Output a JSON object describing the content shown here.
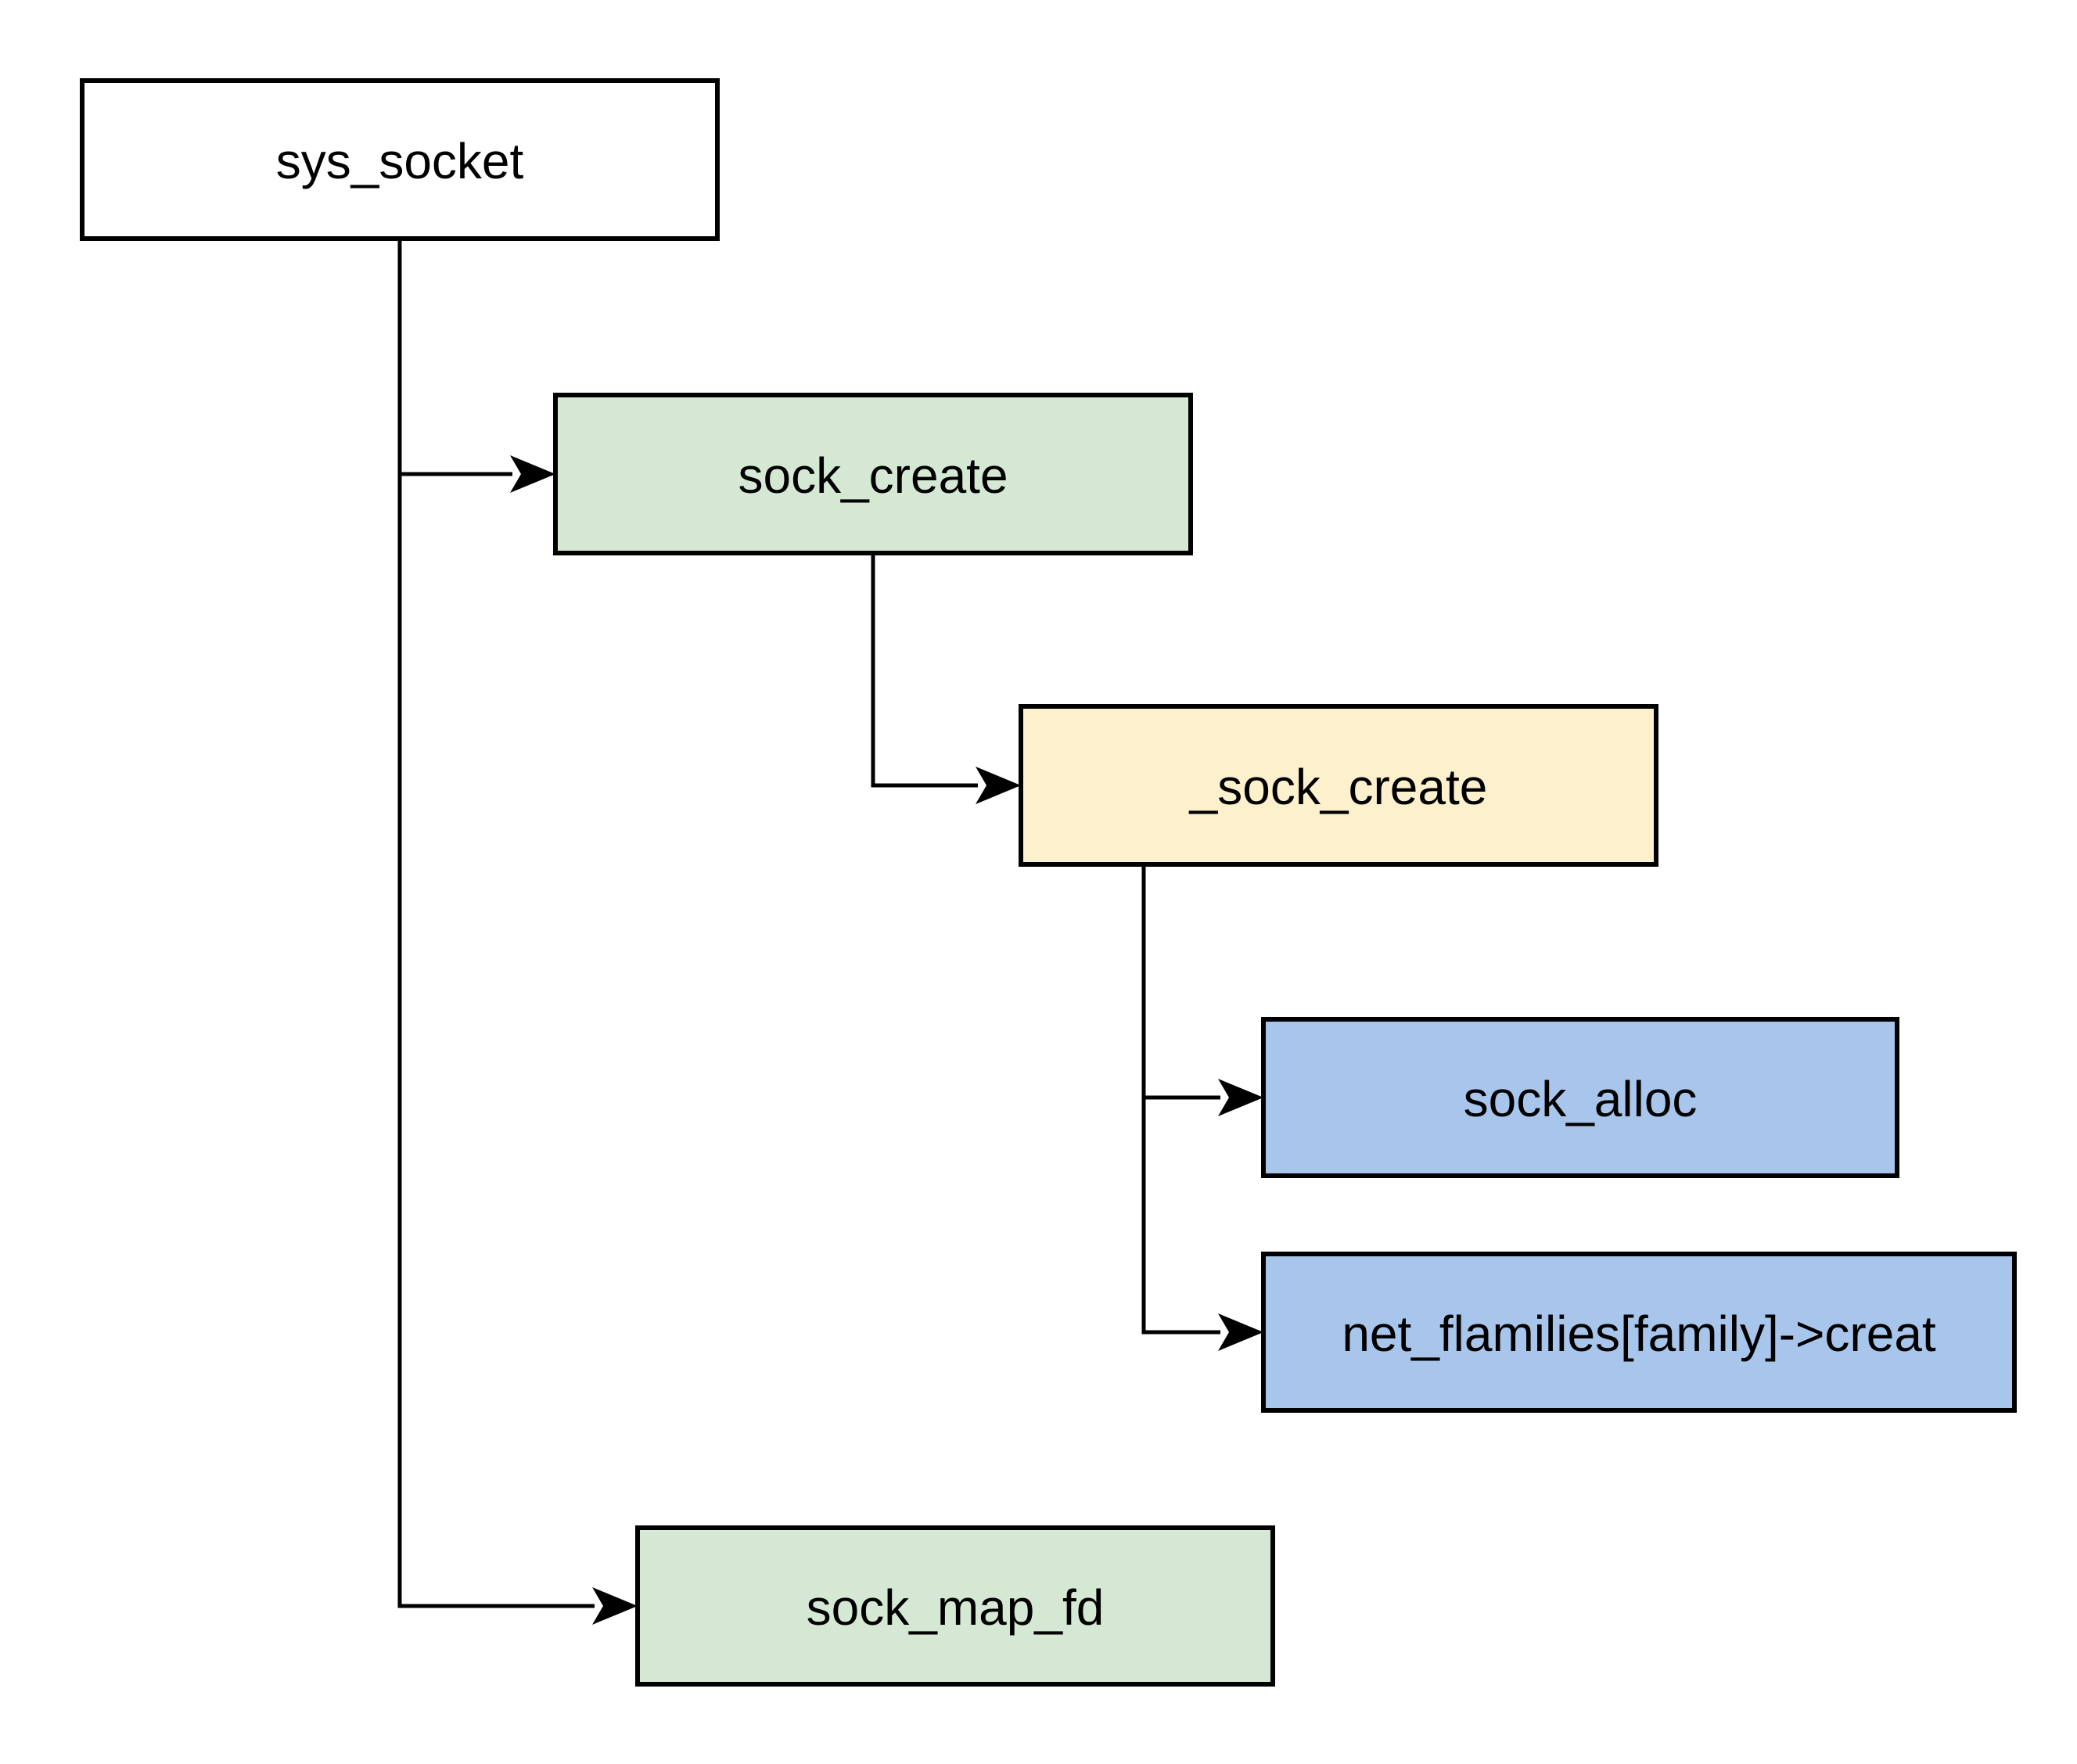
{
  "diagram": {
    "type": "call-tree-flowchart",
    "nodes": [
      {
        "id": "sys_socket",
        "label": "sys_socket",
        "fill": "#ffffff"
      },
      {
        "id": "sock_create",
        "label": "sock_create",
        "fill": "#d5e8d4"
      },
      {
        "id": "_sock_create",
        "label": "_sock_create",
        "fill": "#fdf0cd"
      },
      {
        "id": "sock_alloc",
        "label": "sock_alloc",
        "fill": "#a8c5eb"
      },
      {
        "id": "net_families_create",
        "label": "net_flamilies[family]->creat",
        "fill": "#a8c5eb"
      },
      {
        "id": "sock_map_fd",
        "label": "sock_map_fd",
        "fill": "#d5e8d4"
      }
    ],
    "edges": [
      {
        "from": "sys_socket",
        "to": "sock_create"
      },
      {
        "from": "sys_socket",
        "to": "sock_map_fd"
      },
      {
        "from": "sock_create",
        "to": "_sock_create"
      },
      {
        "from": "_sock_create",
        "to": "sock_alloc"
      },
      {
        "from": "_sock_create",
        "to": "net_families_create"
      }
    ],
    "colors": {
      "background": "#ffffff",
      "line": "#000000",
      "node_border": "#000000",
      "text": "#000000",
      "green": "#d5e8d4",
      "yellow": "#fdf0cd",
      "blue": "#a8c5eb",
      "white": "#ffffff"
    }
  }
}
